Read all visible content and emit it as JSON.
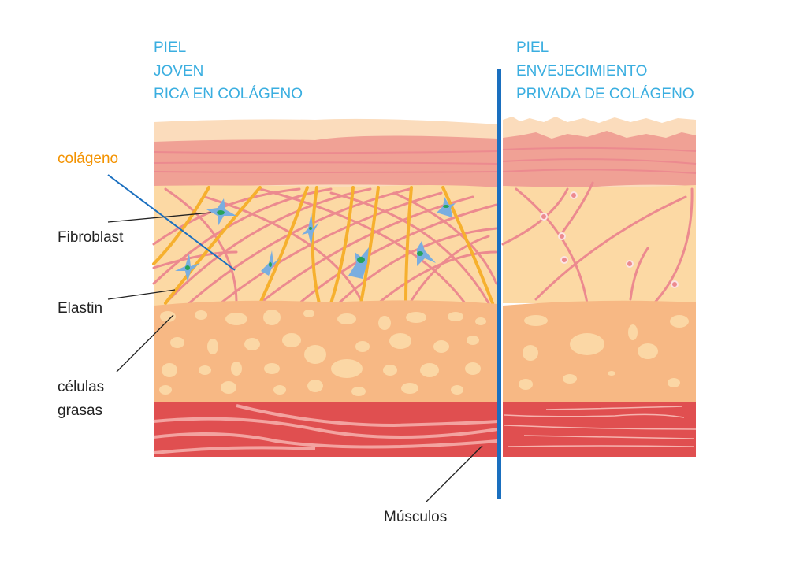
{
  "left_title": [
    "PIEL",
    "JOVEN",
    "RICA EN COLÁGENO"
  ],
  "right_title": [
    "PIEL",
    "ENVEJECIMIENTO",
    "PRIVADA DE COLÁGENO"
  ],
  "labels": {
    "collagen": "colágeno",
    "fibroblast": "Fibroblast",
    "elastin": "Elastin",
    "fat_cells_1": "células",
    "fat_cells_2": "grasas",
    "muscles": "Músculos"
  },
  "colors": {
    "title": "#3aaee0",
    "collagen_label": "#f39200",
    "divider": "#1a6fbf",
    "epidermis": "#fbdcbc",
    "stratum": "#f0a195",
    "dermis": "#fcd9a4",
    "fat": "#f7b884",
    "muscle": "#e04f50"
  }
}
